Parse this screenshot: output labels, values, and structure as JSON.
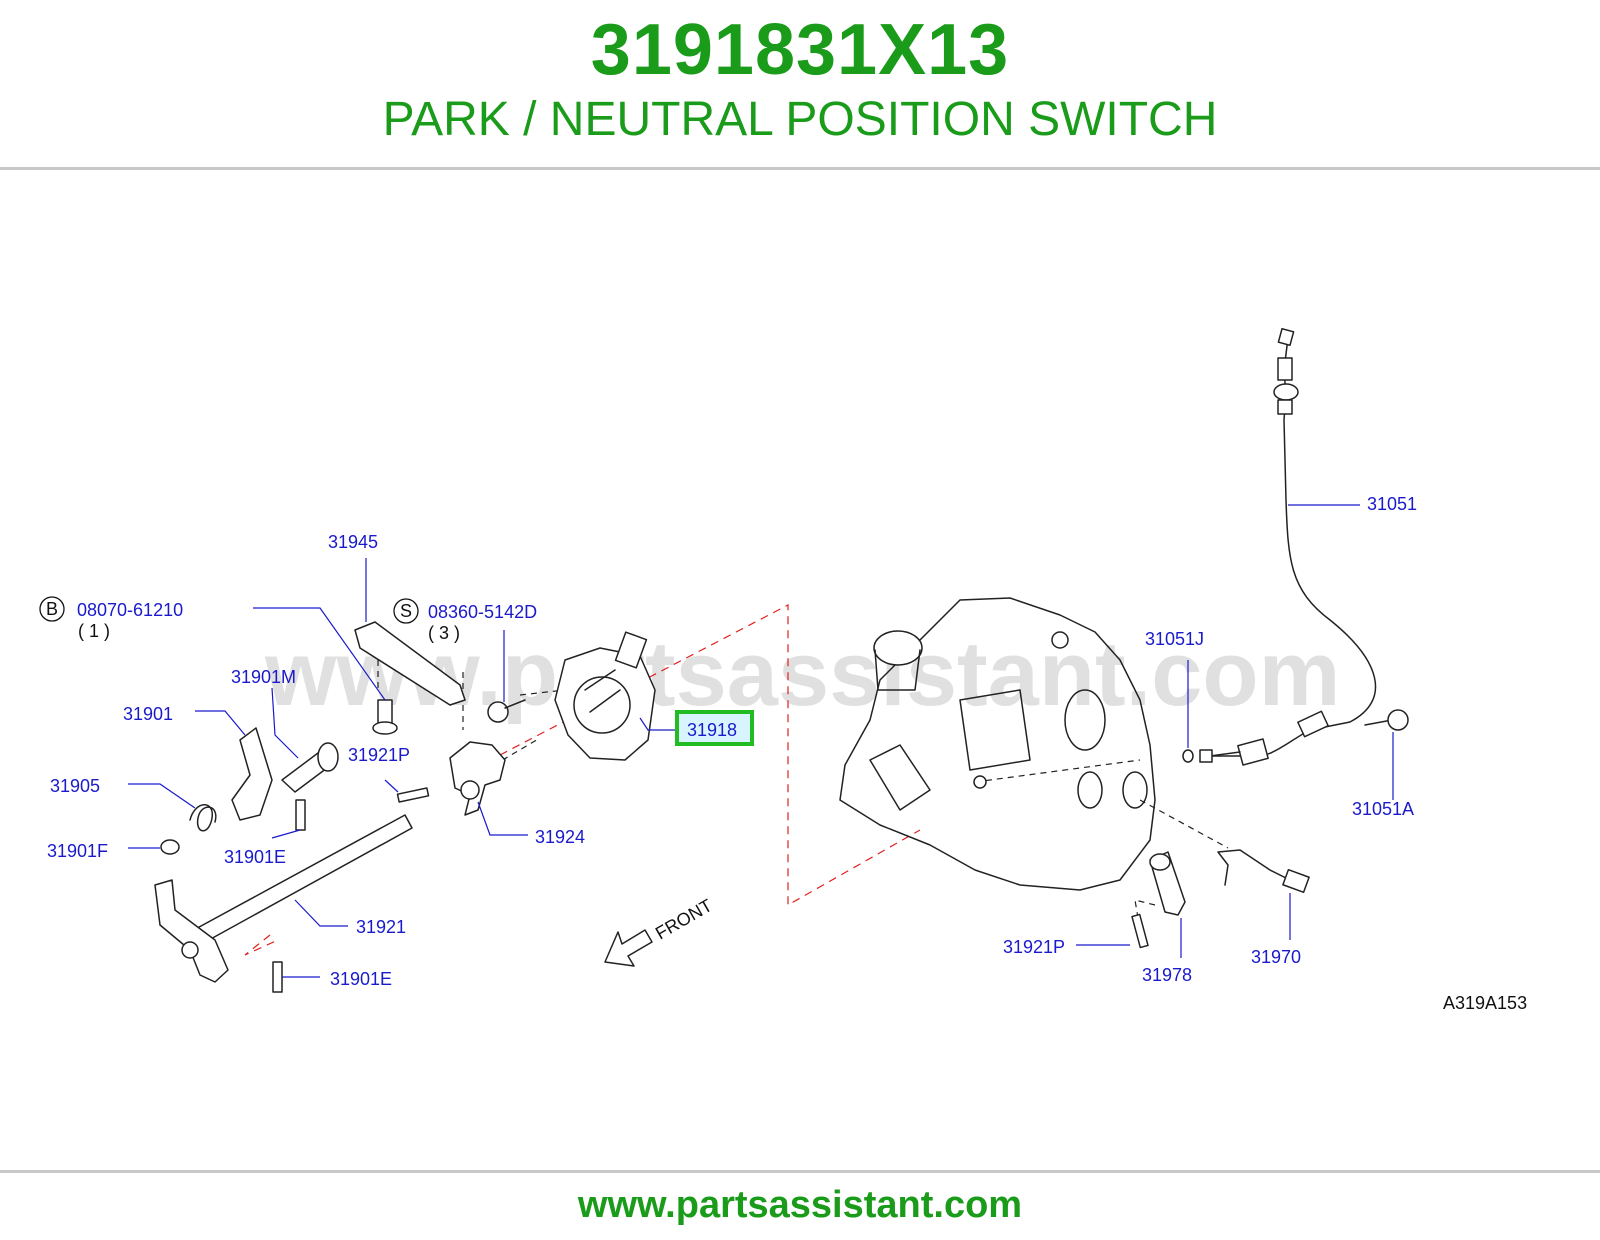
{
  "header": {
    "part_number": "3191831X13",
    "part_name": "PARK / NEUTRAL POSITION SWITCH"
  },
  "diagram": {
    "watermark": "www.partsassistant.com",
    "figure_code": "A319A153",
    "front_label": "FRONT",
    "highlighted_part": "31918",
    "callouts": {
      "p31051": "31051",
      "p31051j": "31051J",
      "p31051a": "31051A",
      "p31945": "31945",
      "pB_num": "08070-61210",
      "pB_symbol": "B",
      "pB_qty": "( 1 )",
      "pS_num": "08360-5142D",
      "pS_symbol": "S",
      "pS_qty": "( 3 )",
      "p31901m": "31901M",
      "p31901": "31901",
      "p31921p_left": "31921P",
      "p31905": "31905",
      "p31901f": "31901F",
      "p31901e_top": "31901E",
      "p31924": "31924",
      "p31921": "31921",
      "p31901e_bottom": "31901E",
      "p31918": "31918",
      "p31921p_right": "31921P",
      "p31978": "31978",
      "p31970": "31970"
    }
  },
  "footer": {
    "url": "www.partsassistant.com"
  },
  "colors": {
    "title_green": "#1a9b1a",
    "callout_blue": "#1a1acc",
    "highlight_border": "#22bb22",
    "highlight_fill": "#d8f5ff",
    "dashed_red": "#e02020"
  }
}
